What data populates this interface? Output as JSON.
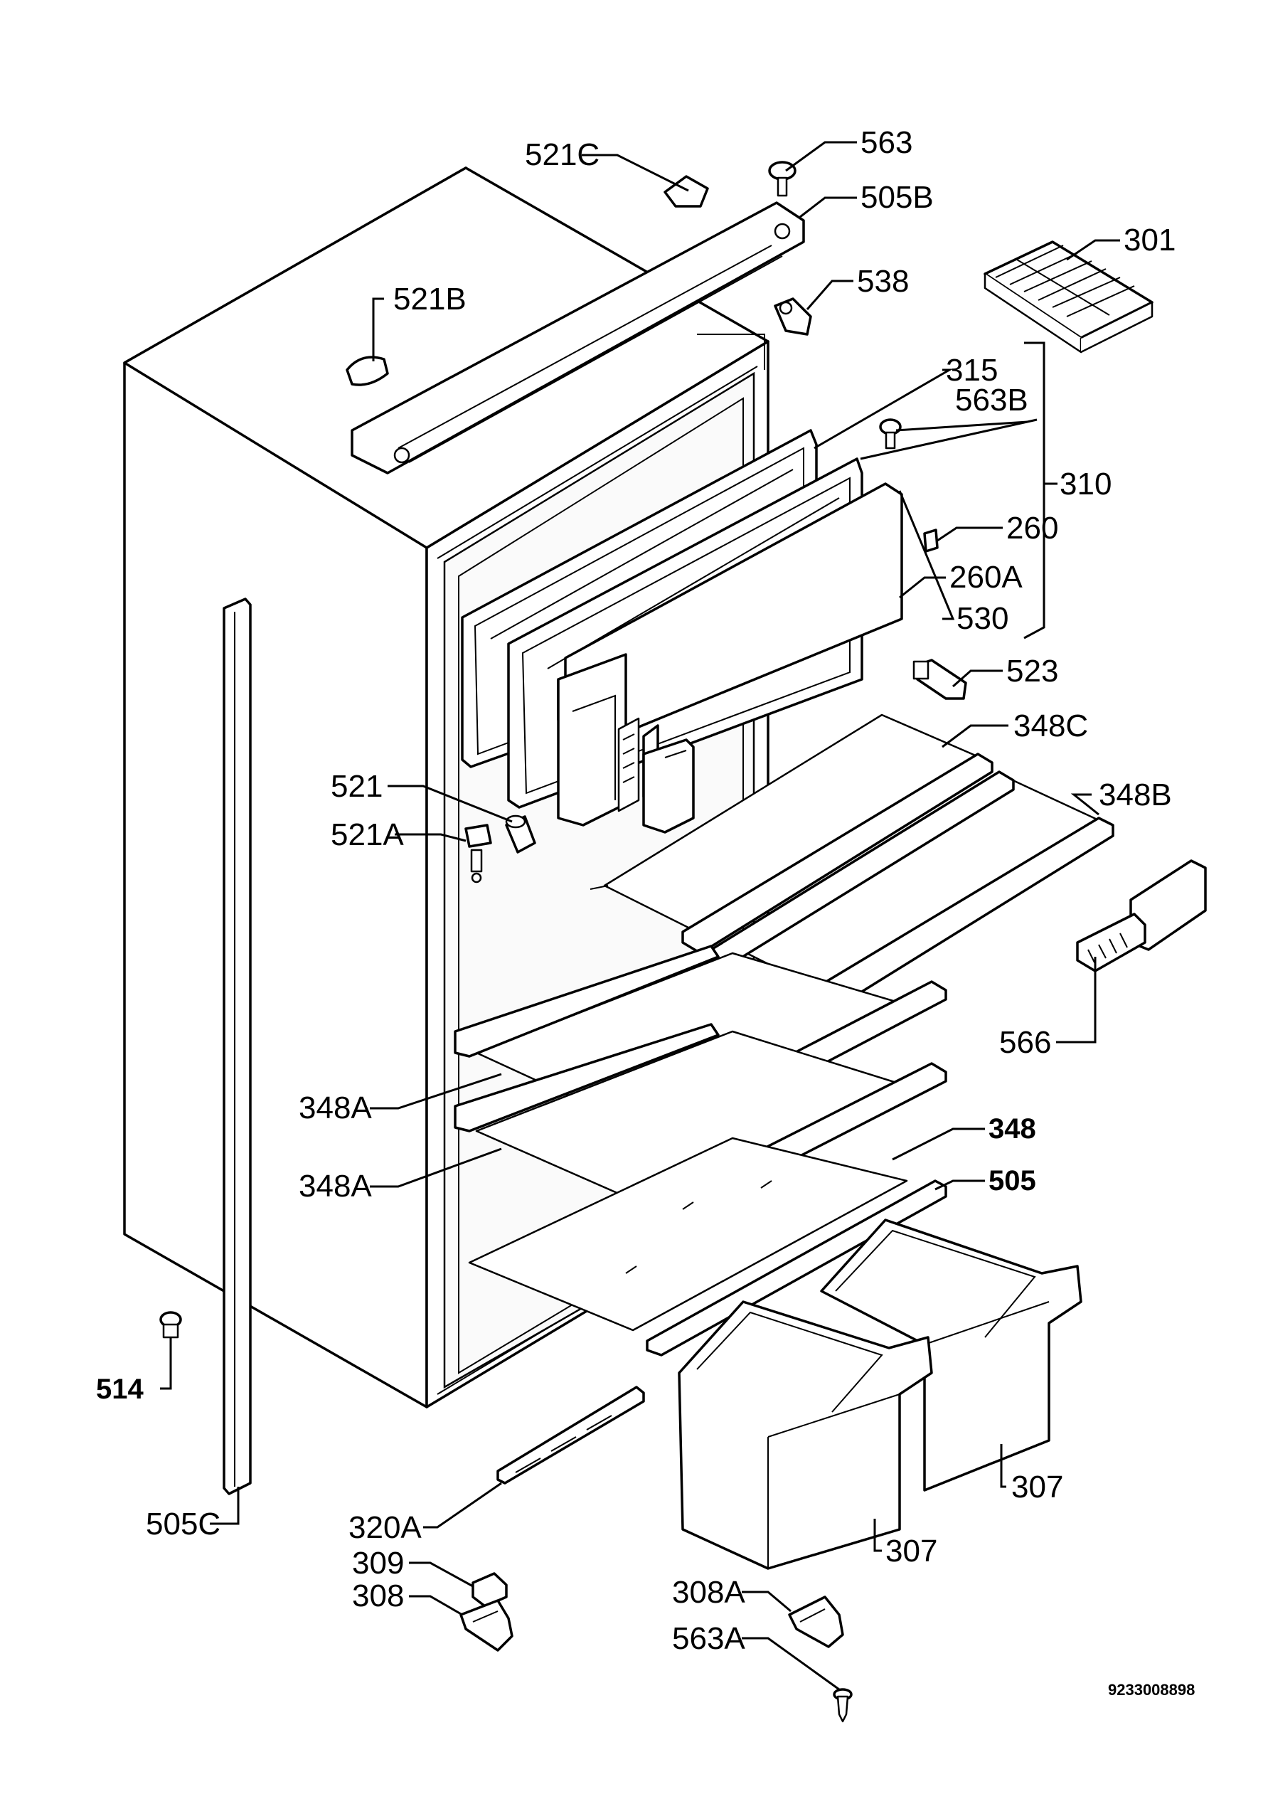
{
  "diagram": {
    "doc_code": "9233008898",
    "labels": {
      "l521C": "521C",
      "l563": "563",
      "l505B": "505B",
      "l301": "301",
      "l521B": "521B",
      "l538": "538",
      "l315": "315",
      "l563B": "563B",
      "l310": "310",
      "l260": "260",
      "l260A": "260A",
      "l530": "530",
      "l523": "523",
      "l348C": "348C",
      "l348B": "348B",
      "l521": "521",
      "l521A": "521A",
      "l566": "566",
      "l348A_1": "348A",
      "l348": "348",
      "l348A_2": "348A",
      "l505": "505",
      "l514": "514",
      "l307_1": "307",
      "l505C": "505C",
      "l320A": "320A",
      "l307_2": "307",
      "l309": "309",
      "l308": "308",
      "l308A": "308A",
      "l563A": "563A"
    }
  }
}
